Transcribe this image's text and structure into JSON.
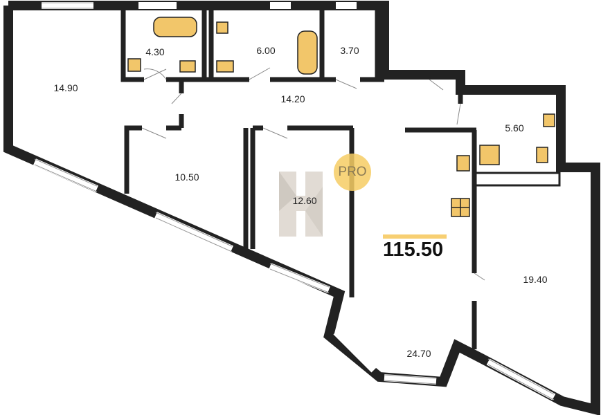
{
  "plan": {
    "total_area": "115.50",
    "rooms": [
      {
        "name": "room-left",
        "area": "14.90"
      },
      {
        "name": "bathroom-1",
        "area": "4.30"
      },
      {
        "name": "bathroom-2",
        "area": "6.00"
      },
      {
        "name": "storage",
        "area": "3.70"
      },
      {
        "name": "corridor",
        "area": "14.20"
      },
      {
        "name": "bathroom-3",
        "area": "5.60"
      },
      {
        "name": "bedroom-1",
        "area": "10.50"
      },
      {
        "name": "bedroom-2",
        "area": "12.60"
      },
      {
        "name": "living-kitchen",
        "area": "24.70"
      },
      {
        "name": "room-right",
        "area": "19.40"
      }
    ],
    "badge": "PRO",
    "colors": {
      "wall": "#222222",
      "fixture": "#f2c66a",
      "accent": "#f7cf72"
    }
  }
}
